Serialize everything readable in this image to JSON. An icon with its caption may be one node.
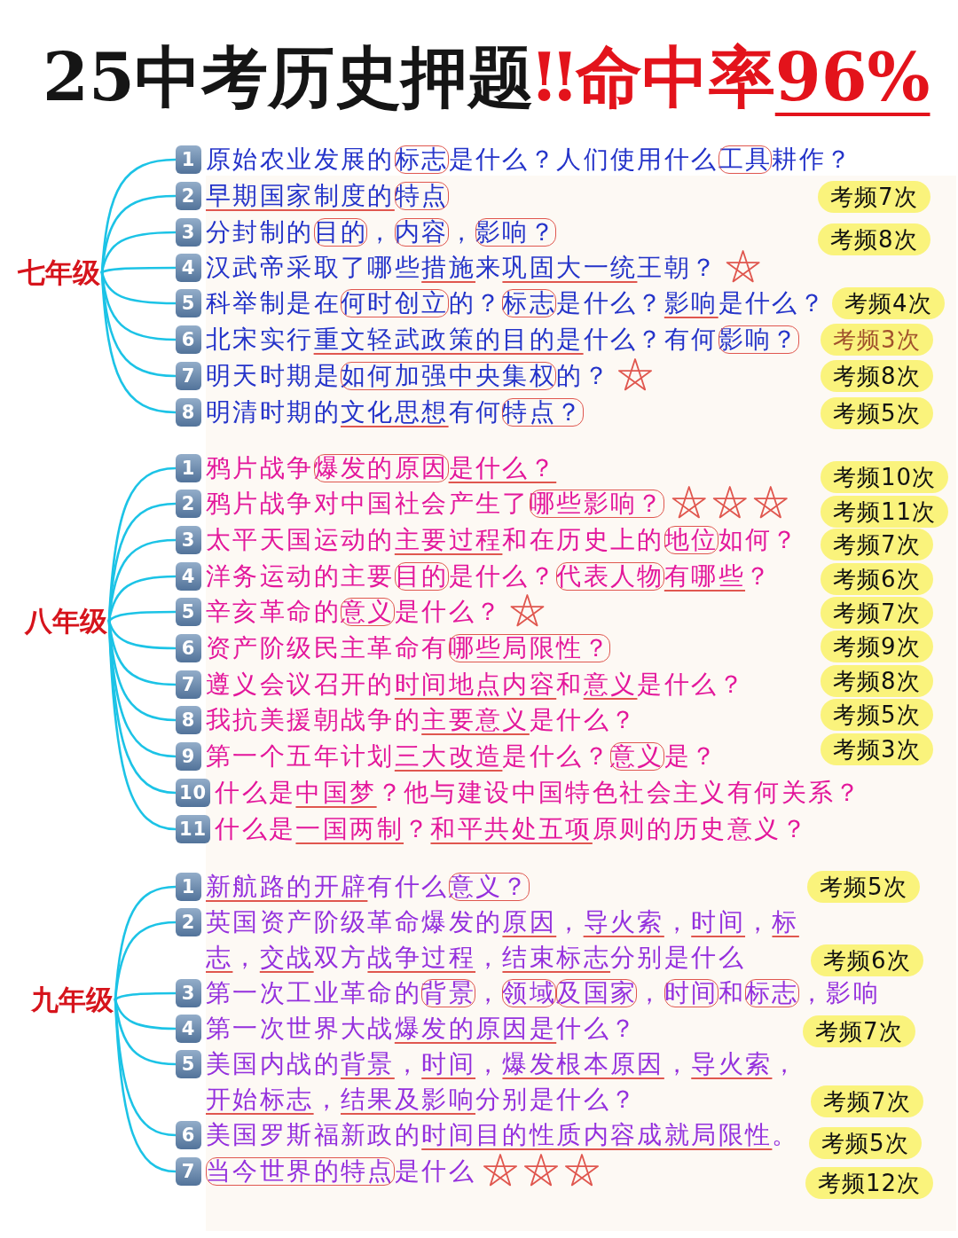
{
  "diagram": {
    "title": "25中考历史押题‼命中率96%",
    "nodes": [
      {
        "text": [
          "七年级"
        ]
      },
      {
        "text": [
          "1",
          "原始农业发展的标志是什么？人们使用什么工具耕作？"
        ]
      },
      {
        "text": [
          "2",
          "早期国家制度的特点"
        ]
      },
      {
        "text": [
          "3",
          "分封制的目的，内容，影响？"
        ]
      },
      {
        "text": [
          "4",
          "汉武帝采取了哪些措施来巩固大一统王朝？"
        ]
      },
      {
        "text": [
          "5",
          "科举制是在何时创立的？标志是什么？影响是什么？"
        ]
      },
      {
        "text": [
          "6",
          "北宋实行重文轻武政策的目的是什么？有何影响？"
        ]
      },
      {
        "text": [
          "7",
          "明天时期是如何加强中央集权的？"
        ]
      },
      {
        "text": [
          "8",
          "明清时期的文化思想有何特点？"
        ]
      },
      {
        "text": [
          "八年级"
        ]
      },
      {
        "text": [
          "1",
          "鸦片战争爆发的原因是什么？"
        ]
      },
      {
        "text": [
          "2",
          "鸦片战争对中国社会产生了哪些影响？"
        ]
      },
      {
        "text": [
          "3",
          "太平天国运动的主要过程和在历史上的地位如何？"
        ]
      },
      {
        "text": [
          "4",
          "洋务运动的主要目的是什么？代表人物有哪些？"
        ]
      },
      {
        "text": [
          "5",
          "辛亥革命的意义是什么？"
        ]
      },
      {
        "text": [
          "6",
          "资产阶级民主革命有哪些局限性？"
        ]
      },
      {
        "text": [
          "7",
          "遵义会议召开的时间地点内容和意义是什么？"
        ]
      },
      {
        "text": [
          "8",
          "我抗美援朝战争的主要意义是什么？"
        ]
      },
      {
        "text": [
          "9",
          "第一个五年计划三大改造是什么？意义是？"
        ]
      },
      {
        "text": [
          "10",
          "什么是中国梦？他与建设中国特色社会主义有何关系？"
        ]
      },
      {
        "text": [
          "11",
          "什么是一国两制？和平共处五项原则的历史意义？"
        ]
      },
      {
        "text": [
          "九年级"
        ]
      },
      {
        "text": [
          "1",
          "新航路的开辟有什么意义？"
        ]
      },
      {
        "text": [
          "2",
          "英国资产阶级革命爆发的原因，导火索，时间，标志，交战双方战争过程，结束标志分别是什么"
        ]
      },
      {
        "text": [
          "3",
          "第一次工业革命的背景，领域及国家，时间和标志，影响"
        ]
      },
      {
        "text": [
          "4",
          "第一次世界大战爆发的原因是什么？"
        ]
      },
      {
        "text": [
          "5",
          "美国内战的背景，时间，爆发根本原因，导火索，开始标志，结果及影响分别是什么？"
        ]
      },
      {
        "text": [
          "6",
          "美国罗斯福新政的时间目的性质内容成就局限性。"
        ]
      },
      {
        "text": [
          "7",
          "当今世界的特点是什么"
        ]
      }
    ],
    "edges": [
      {
        "from": 0,
        "to": 1,
        "arrow": "none"
      },
      {
        "from": 0,
        "to": 2,
        "arrow": "none"
      },
      {
        "from": 0,
        "to": 3,
        "arrow": "none"
      },
      {
        "from": 0,
        "to": 4,
        "arrow": "none"
      },
      {
        "from": 0,
        "to": 5,
        "arrow": "none"
      },
      {
        "from": 0,
        "to": 6,
        "arrow": "none"
      },
      {
        "from": 0,
        "to": 7,
        "arrow": "none"
      },
      {
        "from": 0,
        "to": 8,
        "arrow": "none"
      },
      {
        "from": 9,
        "to": 10,
        "arrow": "none"
      },
      {
        "from": 9,
        "to": 11,
        "arrow": "none"
      },
      {
        "from": 9,
        "to": 12,
        "arrow": "none"
      },
      {
        "from": 9,
        "to": 13,
        "arrow": "none"
      },
      {
        "from": 9,
        "to": 14,
        "arrow": "none"
      },
      {
        "from": 9,
        "to": 15,
        "arrow": "none"
      },
      {
        "from": 9,
        "to": 16,
        "arrow": "none"
      },
      {
        "from": 9,
        "to": 17,
        "arrow": "none"
      },
      {
        "from": 9,
        "to": 18,
        "arrow": "none"
      },
      {
        "from": 9,
        "to": 19,
        "arrow": "none"
      },
      {
        "from": 9,
        "to": 20,
        "arrow": "none"
      },
      {
        "from": 21,
        "to": 22,
        "arrow": "none"
      },
      {
        "from": 21,
        "to": 23,
        "arrow": "none"
      },
      {
        "from": 21,
        "to": 24,
        "arrow": "none"
      },
      {
        "from": 21,
        "to": 25,
        "arrow": "none"
      },
      {
        "from": 21,
        "to": 26,
        "arrow": "none"
      },
      {
        "from": 21,
        "to": 27,
        "arrow": "none"
      },
      {
        "from": 21,
        "to": 28,
        "arrow": "none"
      }
    ],
    "labels": [
      "考频7次",
      "考频8次",
      "考频4次",
      "考频3次",
      "考频8次",
      "考频5次",
      "考频10次",
      "考频11次",
      "考频7次",
      "考频6次",
      "考频7次",
      "考频9次",
      "考频8次",
      "考频5次",
      "考频3次",
      "考频5次",
      "考频6次",
      "考频7次",
      "考频7次",
      "考频5次",
      "考频12次"
    ]
  }
}
